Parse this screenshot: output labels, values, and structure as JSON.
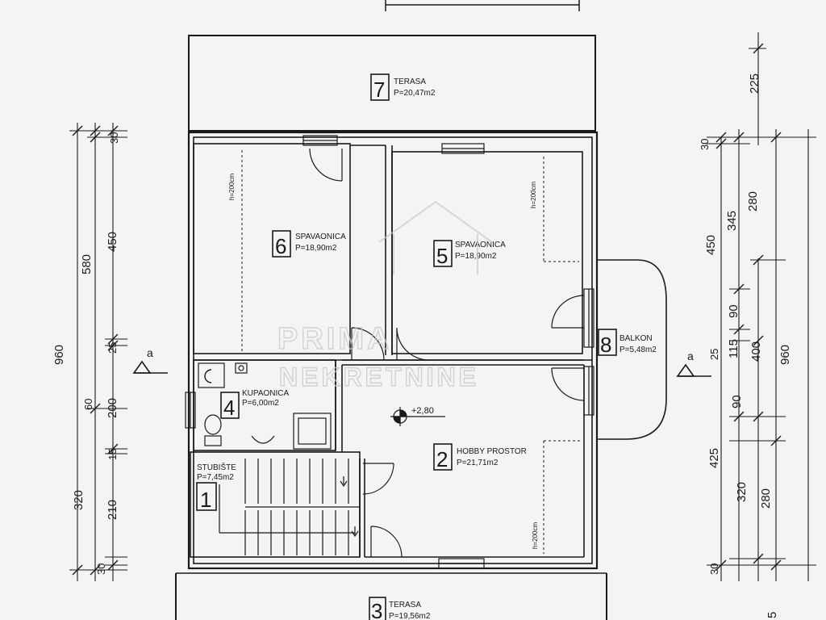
{
  "rooms": [
    {
      "num": "1",
      "name": "STUBIŠTE",
      "area": "P=7,45m2"
    },
    {
      "num": "2",
      "name": "HOBBY PROSTOR",
      "area": "P=21,71m2"
    },
    {
      "num": "3",
      "name": "TERASA",
      "area": "P=19,56m2"
    },
    {
      "num": "4",
      "name": "KUPAONICA",
      "area": "P=6,00m2"
    },
    {
      "num": "5",
      "name": "SPAVAONICA",
      "area": "P=18,90m2"
    },
    {
      "num": "6",
      "name": "SPAVAONICA",
      "area": "P=18,90m2"
    },
    {
      "num": "7",
      "name": "TERASA",
      "area": "P=20,47m2"
    },
    {
      "num": "8",
      "name": "BALKON",
      "area": "P=5,48m2"
    }
  ],
  "level_mark": "+2,80",
  "heights": [
    "h=200cm",
    "h=200cm",
    "h=200cm"
  ],
  "section_marks": [
    "a",
    "a"
  ],
  "dims_left": {
    "outer": "960",
    "mid": [
      "580",
      "320"
    ],
    "inner": [
      "30",
      "450",
      "25",
      "60",
      "200",
      "15",
      "210",
      "30"
    ]
  },
  "dims_right": {
    "outer": [
      "225",
      "960"
    ],
    "mid": [
      "450",
      "425"
    ],
    "inner": [
      "30",
      "345",
      "280",
      "90",
      "25",
      "115",
      "400",
      "90",
      "320",
      "280",
      "30"
    ]
  },
  "watermark": [
    "PRIMA",
    "NEKRETNINE"
  ],
  "edge_text": "5",
  "colors": {
    "ink": "#1a1a1a",
    "paper": "#f4f4f2",
    "watermark": "#c9c9c9"
  }
}
